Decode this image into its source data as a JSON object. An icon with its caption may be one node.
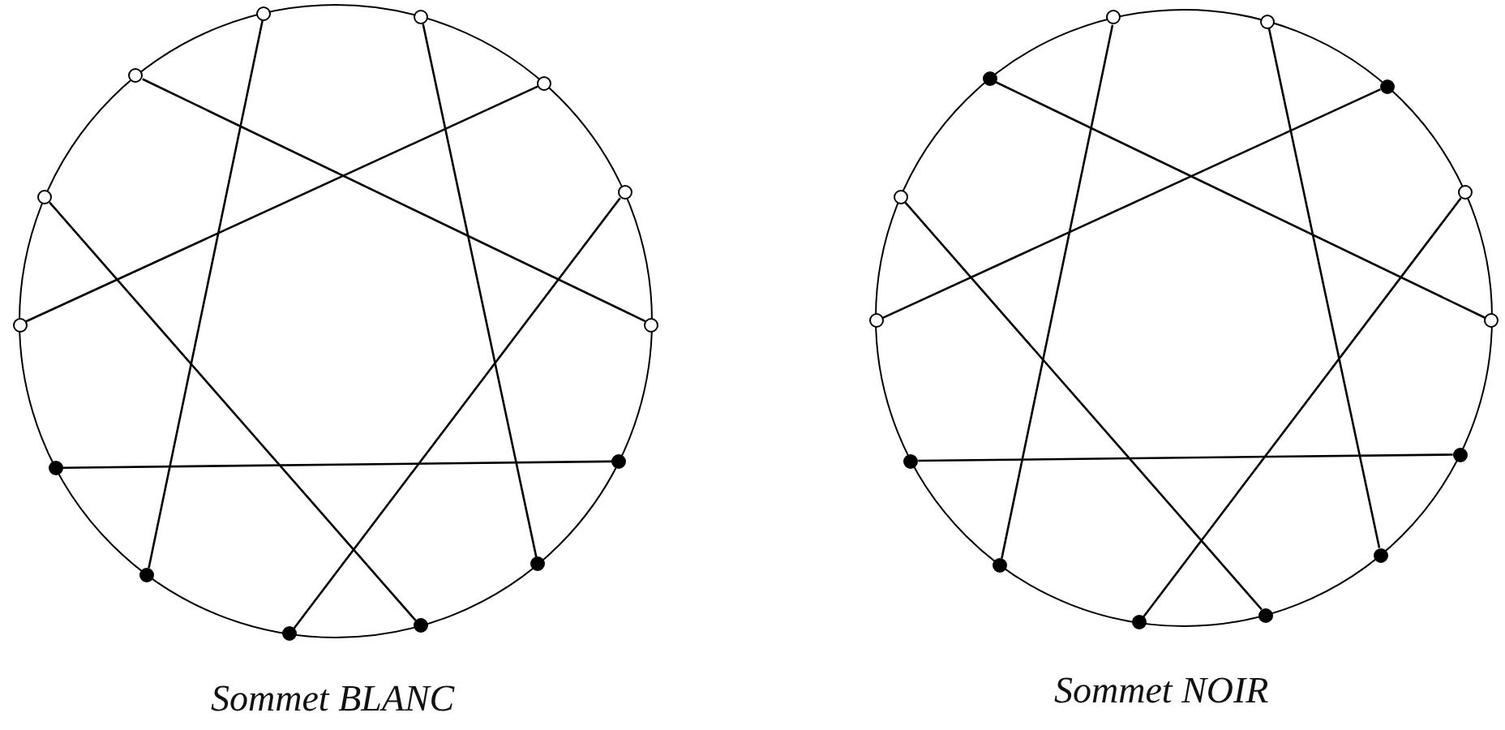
{
  "diagram": {
    "nodes": [
      {
        "text": [],
        "shape": "circle"
      },
      {
        "text": [],
        "shape": "circle"
      },
      {
        "text": [],
        "shape": "circle"
      },
      {
        "text": [],
        "shape": "circle"
      },
      {
        "text": [],
        "shape": "circle"
      },
      {
        "text": [],
        "shape": "circle"
      },
      {
        "text": [],
        "shape": "circle"
      },
      {
        "text": [],
        "shape": "circle"
      },
      {
        "text": [],
        "shape": "dot"
      },
      {
        "text": [],
        "shape": "dot"
      },
      {
        "text": [],
        "shape": "dot"
      },
      {
        "text": [],
        "shape": "dot"
      },
      {
        "text": [],
        "shape": "dot"
      },
      {
        "text": [],
        "shape": "dot"
      },
      {
        "text": [],
        "shape": "circle"
      },
      {
        "text": [],
        "shape": "circle"
      },
      {
        "text": [],
        "shape": "dot"
      },
      {
        "text": [],
        "shape": "dot"
      },
      {
        "text": [],
        "shape": "circle"
      },
      {
        "text": [],
        "shape": "circle"
      },
      {
        "text": [],
        "shape": "circle"
      },
      {
        "text": [],
        "shape": "circle"
      },
      {
        "text": [],
        "shape": "dot"
      },
      {
        "text": [],
        "shape": "dot"
      },
      {
        "text": [],
        "shape": "dot"
      },
      {
        "text": [],
        "shape": "dot"
      },
      {
        "text": [],
        "shape": "dot"
      },
      {
        "text": [],
        "shape": "dot"
      }
    ],
    "edges": [
      {
        "from": 0,
        "to": 10,
        "arrow": "none"
      },
      {
        "from": 1,
        "to": 11,
        "arrow": "none"
      },
      {
        "from": 2,
        "to": 7,
        "arrow": "none"
      },
      {
        "from": 3,
        "to": 6,
        "arrow": "none"
      },
      {
        "from": 4,
        "to": 13,
        "arrow": "none"
      },
      {
        "from": 5,
        "to": 12,
        "arrow": "none"
      },
      {
        "from": 8,
        "to": 9,
        "arrow": "none"
      },
      {
        "from": 14,
        "to": 24,
        "arrow": "none"
      },
      {
        "from": 15,
        "to": 25,
        "arrow": "none"
      },
      {
        "from": 16,
        "to": 21,
        "arrow": "none"
      },
      {
        "from": 17,
        "to": 20,
        "arrow": "none"
      },
      {
        "from": 18,
        "to": 27,
        "arrow": "none"
      },
      {
        "from": 19,
        "to": 26,
        "arrow": "none"
      },
      {
        "from": 22,
        "to": 23,
        "arrow": "none"
      }
    ],
    "labels": [
      "Sommet BLANC",
      "Sommet NOIR"
    ]
  }
}
